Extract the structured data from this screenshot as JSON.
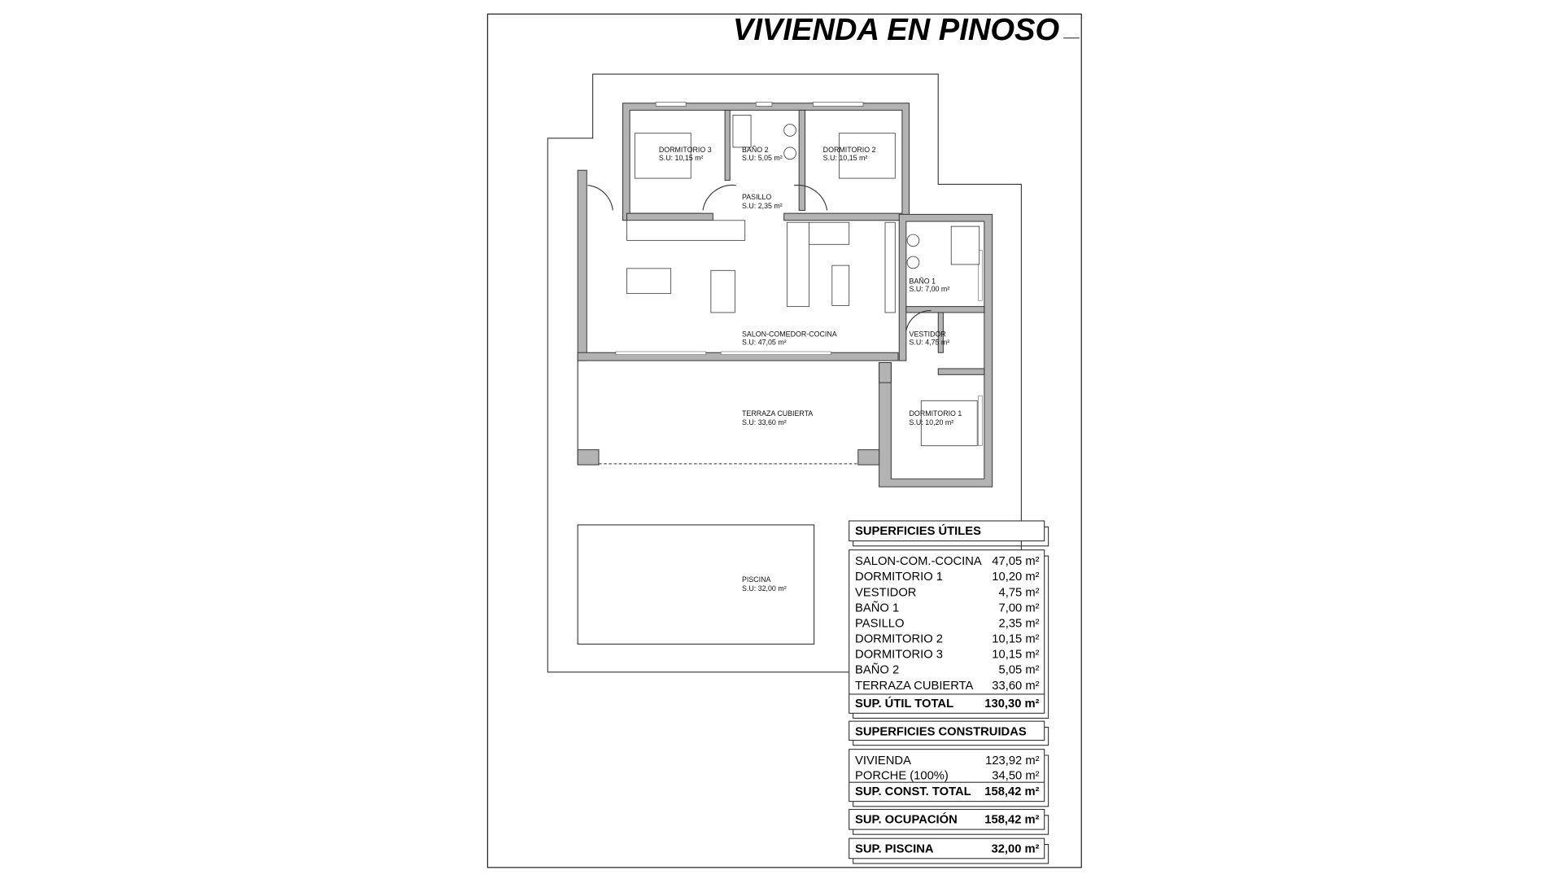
{
  "title": "VIVIENDA EN PINOSO",
  "rooms": {
    "dormitorio3": {
      "name": "DORMITORIO 3",
      "area": "S.U: 10,15 m²"
    },
    "bano2": {
      "name": "BAÑO 2",
      "area": "S.U: 5,05 m²"
    },
    "dormitorio2": {
      "name": "DORMITORIO 2",
      "area": "S.U: 10,15 m²"
    },
    "pasillo": {
      "name": "PASILLO",
      "area": "S.U: 2,35 m²"
    },
    "bano1": {
      "name": "BAÑO 1",
      "area": "S.U: 7,00 m²"
    },
    "salon": {
      "name": "SALON-COMEDOR-COCINA",
      "area": "S.U: 47,05 m²"
    },
    "vestidor": {
      "name": "VESTIDOR",
      "area": "S.U: 4,75 m²"
    },
    "terraza": {
      "name": "TERRAZA CUBIERTA",
      "area": "S.U: 33,60 m²"
    },
    "dormitorio1": {
      "name": "DORMITORIO 1",
      "area": "S.U: 10,20 m²"
    },
    "piscina": {
      "name": "PISCINA",
      "area": "S.U: 32,00 m²"
    }
  },
  "utiles": {
    "header": "SUPERFICIES ÚTILES",
    "rows": [
      {
        "label": "SALON-COM.-COCINA",
        "value": "47,05 m²"
      },
      {
        "label": "DORMITORIO 1",
        "value": "10,20 m²"
      },
      {
        "label": "VESTIDOR",
        "value": "4,75 m²"
      },
      {
        "label": "BAÑO 1",
        "value": "7,00 m²"
      },
      {
        "label": "PASILLO",
        "value": "2,35 m²"
      },
      {
        "label": "DORMITORIO 2",
        "value": "10,15 m²"
      },
      {
        "label": "DORMITORIO 3",
        "value": "10,15 m²"
      },
      {
        "label": "BAÑO 2",
        "value": "5,05 m²"
      },
      {
        "label": "TERRAZA CUBIERTA",
        "value": "33,60 m²"
      }
    ],
    "total_label": "SUP. ÚTIL TOTAL",
    "total_value": "130,30 m²"
  },
  "construidas": {
    "header": "SUPERFICIES CONSTRUIDAS",
    "rows": [
      {
        "label": "VIVIENDA",
        "value": "123,92 m²"
      },
      {
        "label": "PORCHE (100%)",
        "value": "34,50 m²"
      }
    ],
    "total_label": "SUP. CONST. TOTAL",
    "total_value": "158,42 m²"
  },
  "ocupacion": {
    "label": "SUP. OCUPACIÓN",
    "value": "158,42 m²"
  },
  "piscina_total": {
    "label": "SUP. PISCINA",
    "value": "32,00 m²"
  }
}
